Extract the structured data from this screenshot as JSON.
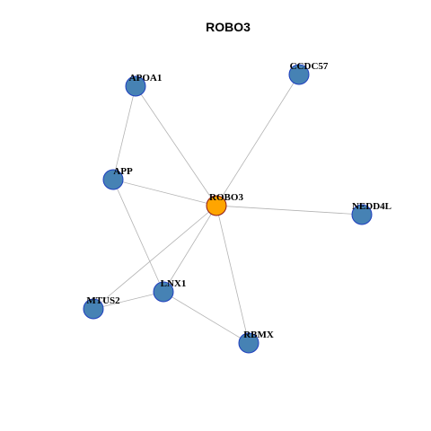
{
  "title": "ROBO3",
  "colors": {
    "center_node": "#FFA500",
    "node": "#4682B4",
    "edge": "#B3B3B3"
  },
  "nodes": [
    {
      "id": "ROBO3",
      "label": "ROBO3",
      "role": "center"
    },
    {
      "id": "APOA1",
      "label": "APOA1",
      "role": "neighbor"
    },
    {
      "id": "CCDC57",
      "label": "CCDC57",
      "role": "neighbor"
    },
    {
      "id": "APP",
      "label": "APP",
      "role": "neighbor"
    },
    {
      "id": "NEDD4L",
      "label": "NEDD4L",
      "role": "neighbor"
    },
    {
      "id": "LNX1",
      "label": "LNX1",
      "role": "neighbor"
    },
    {
      "id": "MTUS2",
      "label": "MTUS2",
      "role": "neighbor"
    },
    {
      "id": "RBMX",
      "label": "RBMX",
      "role": "neighbor"
    }
  ],
  "edges": [
    {
      "source": "ROBO3",
      "target": "APOA1"
    },
    {
      "source": "ROBO3",
      "target": "CCDC57"
    },
    {
      "source": "ROBO3",
      "target": "APP"
    },
    {
      "source": "ROBO3",
      "target": "NEDD4L"
    },
    {
      "source": "ROBO3",
      "target": "LNX1"
    },
    {
      "source": "ROBO3",
      "target": "MTUS2"
    },
    {
      "source": "ROBO3",
      "target": "RBMX"
    },
    {
      "source": "APOA1",
      "target": "APP"
    },
    {
      "source": "APP",
      "target": "LNX1"
    },
    {
      "source": "LNX1",
      "target": "MTUS2"
    },
    {
      "source": "LNX1",
      "target": "RBMX"
    }
  ]
}
